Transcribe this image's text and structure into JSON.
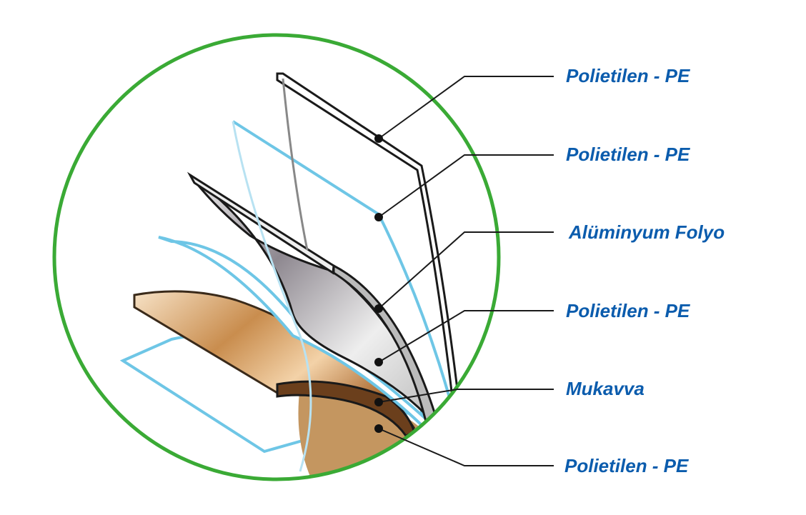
{
  "labels": [
    "Polietilen - PE",
    "Polietilen - PE",
    "Alüminyum Folyo",
    "Polietilen - PE",
    "Mukavva",
    "Polietilen - PE"
  ],
  "colors": {
    "circle": "#3aaa35",
    "label": "#0b5cad",
    "pe_layer": "#6ec6e6",
    "cardboard": "#b07a45",
    "foil": "#9a9599"
  }
}
